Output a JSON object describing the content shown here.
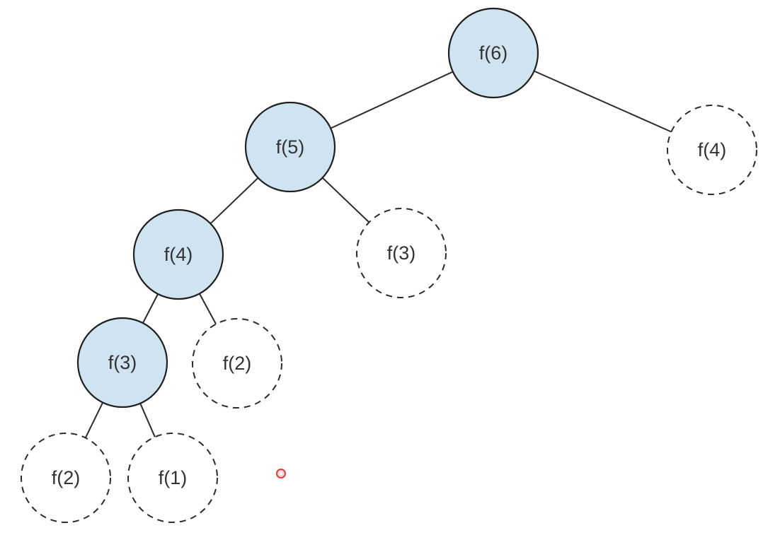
{
  "diagram": {
    "type": "recursion-tree",
    "colors": {
      "computed_fill": "#cfe3f1",
      "stroke": "#1f1f1f",
      "label": "#333333",
      "cursor": "#e23a3a"
    },
    "nodes": [
      {
        "id": "n6",
        "label": "f(6)",
        "style": "computed"
      },
      {
        "id": "n5",
        "label": "f(5)",
        "style": "computed"
      },
      {
        "id": "n4r",
        "label": "f(4)",
        "style": "pruned"
      },
      {
        "id": "n4",
        "label": "f(4)",
        "style": "computed"
      },
      {
        "id": "n3r",
        "label": "f(3)",
        "style": "pruned"
      },
      {
        "id": "n3",
        "label": "f(3)",
        "style": "computed"
      },
      {
        "id": "n2r",
        "label": "f(2)",
        "style": "pruned"
      },
      {
        "id": "n2l",
        "label": "f(2)",
        "style": "pruned"
      },
      {
        "id": "n1",
        "label": "f(1)",
        "style": "pruned"
      }
    ],
    "edges": [
      {
        "from": "n6",
        "to": "n5"
      },
      {
        "from": "n6",
        "to": "n4r"
      },
      {
        "from": "n5",
        "to": "n4"
      },
      {
        "from": "n5",
        "to": "n3r"
      },
      {
        "from": "n4",
        "to": "n3"
      },
      {
        "from": "n4",
        "to": "n2r"
      },
      {
        "from": "n3",
        "to": "n2l"
      },
      {
        "from": "n3",
        "to": "n1"
      }
    ]
  }
}
